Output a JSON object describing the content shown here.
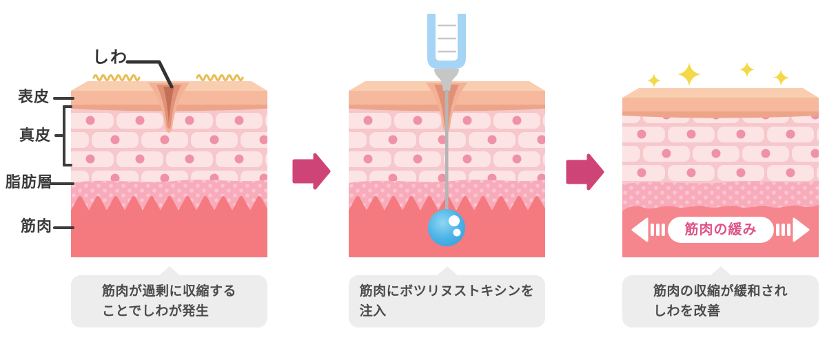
{
  "figure": {
    "wrinkle_label": "しわ",
    "layer_labels": [
      "表皮",
      "真皮",
      "脂肪層",
      "筋肉"
    ]
  },
  "panels": [
    {
      "caption": [
        "筋肉が過剰に収縮する",
        "ことでしわが発生"
      ]
    },
    {
      "caption": [
        "筋肉にボツリヌストキシンを",
        "注入"
      ]
    },
    {
      "caption": [
        "筋肉の収縮が緩和され",
        "しわを改善"
      ],
      "muscle_badge": "筋肉の緩み"
    }
  ],
  "colors": {
    "step_arrow": "#CF4476",
    "sparkle": "#F5D847",
    "squiggle": "#E9BD55",
    "muscle": "#F47A80",
    "muscle_relaxed": "#F6868D",
    "fat_layer": "#F8ABBA",
    "dermis_cell": "#FCE3E4",
    "dermis_dot": "#EF92A7",
    "epidermis": "#F6B99D",
    "skin_top": "#F9CDB0",
    "syringe_blue": "#A5D4F4",
    "toxin_droplet": "#47AFE4",
    "caption_bubble": "#EDEDED",
    "badge_text": "#DD5287",
    "label_text": "#3B3B3B"
  }
}
